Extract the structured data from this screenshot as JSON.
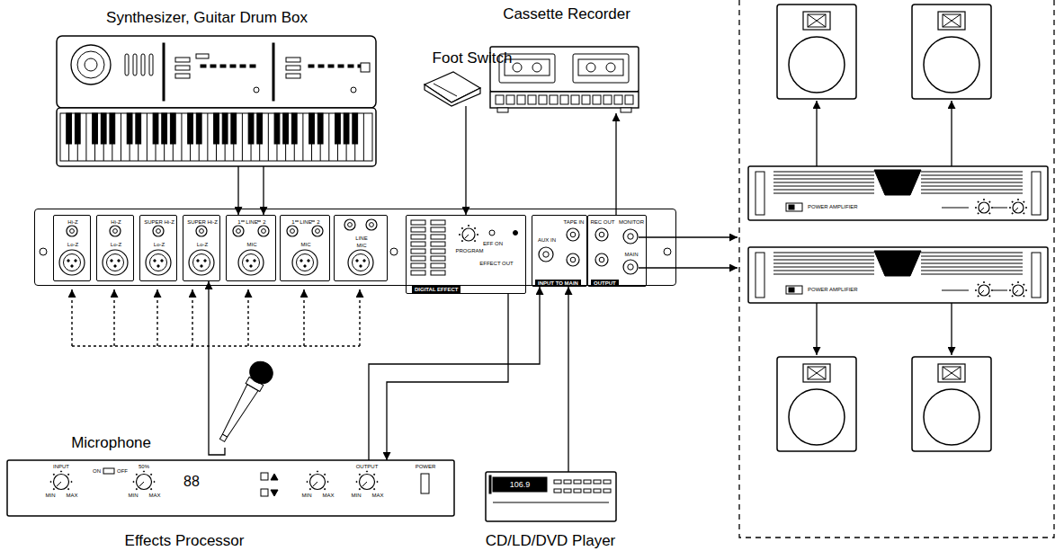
{
  "diagram": {
    "nodes": [
      {
        "text": [
          "Synthesizer, Guitar Drum Box"
        ]
      },
      {
        "text": [
          "Foot Switch"
        ]
      },
      {
        "text": [
          "Cassette Recorder"
        ]
      },
      {
        "text": [
          "POWER AMPLIFIER"
        ]
      },
      {
        "text": []
      },
      {
        "text": [
          "Hi-Z",
          "Lo-Z"
        ],
        "in": 4
      },
      {
        "text": [
          "Hi-Z",
          "Lo-Z"
        ],
        "in": 4
      },
      {
        "text": [
          "SUPER Hi-Z",
          "Lo-Z"
        ],
        "in": 4
      },
      {
        "text": [
          "SUPER Hi-Z",
          "Lo-Z"
        ],
        "in": 4
      },
      {
        "text": [
          "1",
          "LINE",
          "2",
          "MIC"
        ],
        "in": 4
      },
      {
        "text": [
          "1",
          "LINE",
          "2",
          "MIC"
        ],
        "in": 4
      },
      {
        "text": [
          "LINE",
          "MIC"
        ],
        "in": 4
      },
      {
        "text": [
          "PROGRAM",
          "EFF ON",
          "EFFECT OUT",
          "DIGITAL EFFECT"
        ],
        "in": 4
      },
      {
        "text": [
          "AUX IN",
          "TAPE IN",
          "INPUT TO MAIN"
        ],
        "in": 4
      },
      {
        "text": [
          "REC OUT",
          "MONITOR",
          "MAIN",
          "OUTPUT"
        ],
        "in": 4
      },
      {
        "text": [
          "POWER AMPLIFIER"
        ]
      },
      {
        "text": [
          "Microphone"
        ]
      },
      {
        "text": [
          "INPUT",
          "MIN",
          "MAX",
          "ON",
          "OFF",
          "50%",
          "MIN",
          "MAX",
          "88",
          "MIN",
          "MAX",
          "OUTPUT",
          "MIN",
          "MAX",
          "POWER",
          "Effects Processor"
        ]
      },
      {
        "text": [
          "106.9",
          "CD/LD/DVD Player"
        ]
      }
    ],
    "edges": [
      {
        "from": 0,
        "to": 9,
        "arrow": "to"
      },
      {
        "from": 0,
        "to": 9,
        "arrow": "to"
      },
      {
        "from": 1,
        "to": 12,
        "arrow": "to"
      },
      {
        "from": 14,
        "to": 2,
        "arrow": "to"
      },
      {
        "from": 16,
        "to": 8,
        "arrow": "to"
      },
      {
        "from": 12,
        "to": 17,
        "arrow": "to"
      },
      {
        "from": 17,
        "to": 13,
        "arrow": "to"
      },
      {
        "from": 18,
        "to": 13,
        "arrow": "to"
      }
    ]
  }
}
